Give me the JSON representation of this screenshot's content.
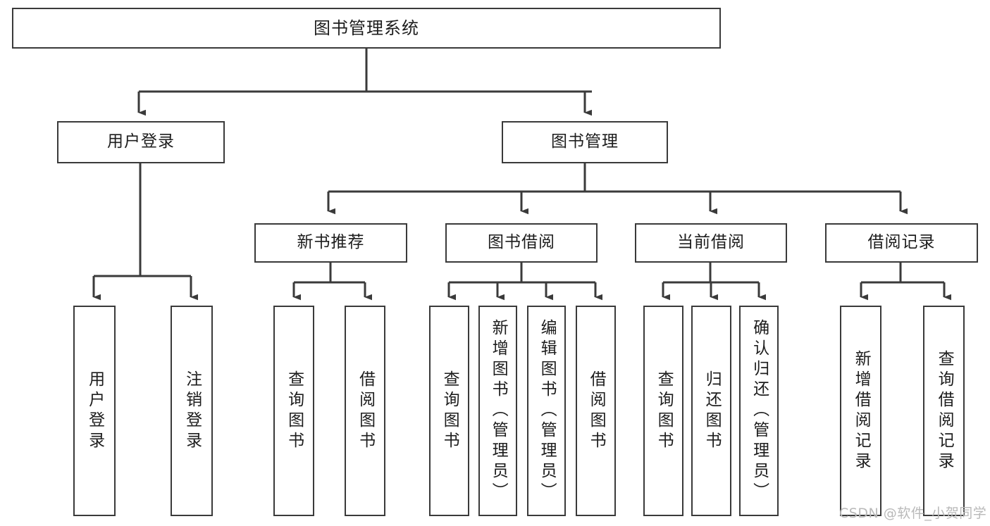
{
  "diagram": {
    "title": "图书管理系统",
    "watermark": "CSDN @软件_小贺同学",
    "stroke_color": "#3a3a3a",
    "fill_color": "#ffffff",
    "text_color": "#1d1d1d",
    "watermark_color": "#b9b9b9"
  },
  "nodes": {
    "root": {
      "label": "图书管理系统"
    },
    "level2": [
      {
        "label": "用户登录"
      },
      {
        "label": "图书管理"
      }
    ],
    "level3": [
      {
        "label": "新书推荐"
      },
      {
        "label": "图书借阅"
      },
      {
        "label": "当前借阅"
      },
      {
        "label": "借阅记录"
      }
    ],
    "leaves": {
      "user_login": [
        {
          "label": "用户登录"
        },
        {
          "label": "注销登录"
        }
      ],
      "new_book_recommend": [
        {
          "label": "查询图书"
        },
        {
          "label": "借阅图书"
        }
      ],
      "book_borrow": [
        {
          "label": "查询图书"
        },
        {
          "label": "新增图书（管理员）"
        },
        {
          "label": "编辑图书（管理员）"
        },
        {
          "label": "借阅图书"
        }
      ],
      "current_borrow": [
        {
          "label": "查询图书"
        },
        {
          "label": "归还图书"
        },
        {
          "label": "确认归还（管理员）"
        }
      ],
      "borrow_record": [
        {
          "label": "新增借阅记录"
        },
        {
          "label": "查询借阅记录"
        }
      ]
    }
  },
  "chart_data": {
    "type": "diagram",
    "subtype": "tree-hierarchy",
    "title": "图书管理系统",
    "orientation": "top-down",
    "edge_style": "orthogonal-elbow-with-arrowheads",
    "tree": {
      "name": "图书管理系统",
      "children": [
        {
          "name": "用户登录",
          "children": [
            {
              "name": "用户登录"
            },
            {
              "name": "注销登录"
            }
          ]
        },
        {
          "name": "图书管理",
          "children": [
            {
              "name": "新书推荐",
              "children": [
                {
                  "name": "查询图书"
                },
                {
                  "name": "借阅图书"
                }
              ]
            },
            {
              "name": "图书借阅",
              "children": [
                {
                  "name": "查询图书"
                },
                {
                  "name": "新增图书（管理员）"
                },
                {
                  "name": "编辑图书（管理员）"
                },
                {
                  "name": "借阅图书"
                }
              ]
            },
            {
              "name": "当前借阅",
              "children": [
                {
                  "name": "查询图书"
                },
                {
                  "name": "归还图书"
                },
                {
                  "name": "确认归还（管理员）"
                }
              ]
            },
            {
              "name": "借阅记录",
              "children": [
                {
                  "name": "新增借阅记录"
                },
                {
                  "name": "查询借阅记录"
                }
              ]
            }
          ]
        }
      ]
    },
    "counts": {
      "levels": 4,
      "total_nodes": 20,
      "leaf_nodes": 13
    }
  }
}
